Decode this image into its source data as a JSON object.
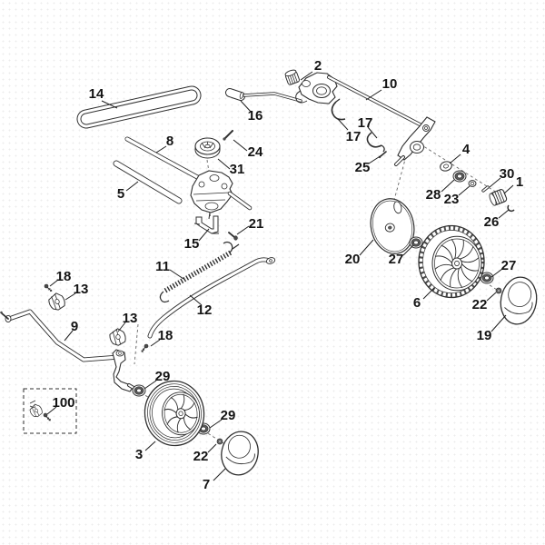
{
  "diagram": {
    "kind": "exploded-parts-diagram",
    "colors": {
      "background": "#ffffff",
      "line": "#2f2f2f",
      "dash": "#666666",
      "dot_pattern": "#ececec",
      "label": "#141414"
    },
    "callouts": [
      {
        "label": "2"
      },
      {
        "label": "14"
      },
      {
        "label": "16"
      },
      {
        "label": "10"
      },
      {
        "label": "17"
      },
      {
        "label": "17"
      },
      {
        "label": "25"
      },
      {
        "label": "8"
      },
      {
        "label": "24"
      },
      {
        "label": "31"
      },
      {
        "label": "5"
      },
      {
        "label": "4"
      },
      {
        "label": "30"
      },
      {
        "label": "1"
      },
      {
        "label": "28"
      },
      {
        "label": "23"
      },
      {
        "label": "26"
      },
      {
        "label": "21"
      },
      {
        "label": "15"
      },
      {
        "label": "20"
      },
      {
        "label": "27"
      },
      {
        "label": "6"
      },
      {
        "label": "27"
      },
      {
        "label": "22"
      },
      {
        "label": "19"
      },
      {
        "label": "11"
      },
      {
        "label": "12"
      },
      {
        "label": "18"
      },
      {
        "label": "13"
      },
      {
        "label": "9"
      },
      {
        "label": "13"
      },
      {
        "label": "18"
      },
      {
        "label": "29"
      },
      {
        "label": "100"
      },
      {
        "label": "29"
      },
      {
        "label": "3"
      },
      {
        "label": "22"
      },
      {
        "label": "7"
      }
    ]
  }
}
